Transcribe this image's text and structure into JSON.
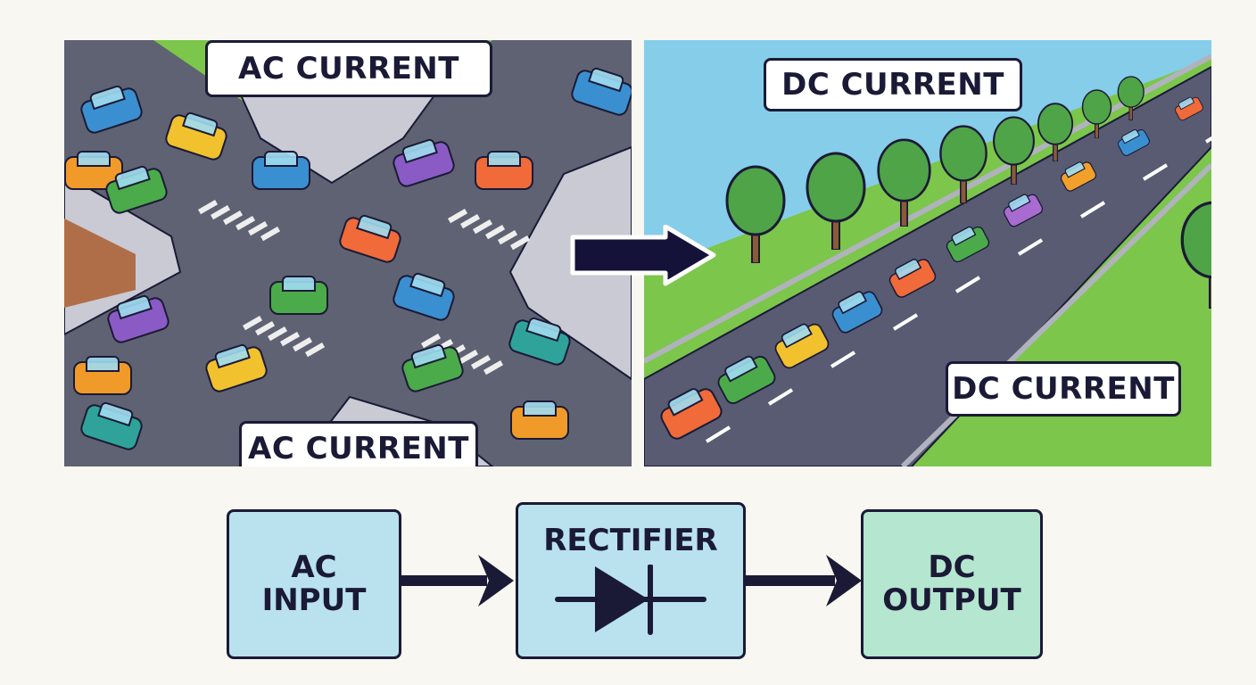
{
  "panels": {
    "ac": {
      "label_top": "AC CURRENT",
      "label_bottom": "AC CURRENT",
      "scene": "chaotic intersection traffic",
      "car_colors": [
        "#3a8fd0",
        "#f09a2a",
        "#f2c12e",
        "#4bab4a",
        "#3a8fd0",
        "#f06a3a",
        "#8a5bc4",
        "#f09a2a",
        "#2fa39a",
        "#f2c12e",
        "#4bab4a",
        "#3a8fd0",
        "#8a5bc4",
        "#f06a3a",
        "#2fa39a",
        "#4bab4a",
        "#f09a2a",
        "#3a8fd0"
      ]
    },
    "dc": {
      "label_top": "DC  CURRENT",
      "label_bottom": "DC CURRENT",
      "scene": "orderly single-lane highway traffic",
      "car_colors": [
        "#f06a3a",
        "#4bab4a",
        "#f2c12e",
        "#3a8fd0",
        "#f06a3a",
        "#4bab4a",
        "#a86bd0",
        "#f2a02a",
        "#3a8fd0",
        "#f06a3a"
      ]
    }
  },
  "diagram": {
    "input": {
      "line1": "AC",
      "line2": "INPUT"
    },
    "rectifier": {
      "label": "RECTIFIER"
    },
    "output": {
      "line1": "DC",
      "line2": "OUTPUT"
    }
  },
  "colors": {
    "ink": "#1b1a36",
    "input_fill": "#b9e2ee",
    "rectifier_fill": "#b9e2ee",
    "output_fill": "#b5e6cf",
    "road": "#5f6272",
    "grass": "#7cc64b",
    "sky": "#86cdea"
  }
}
